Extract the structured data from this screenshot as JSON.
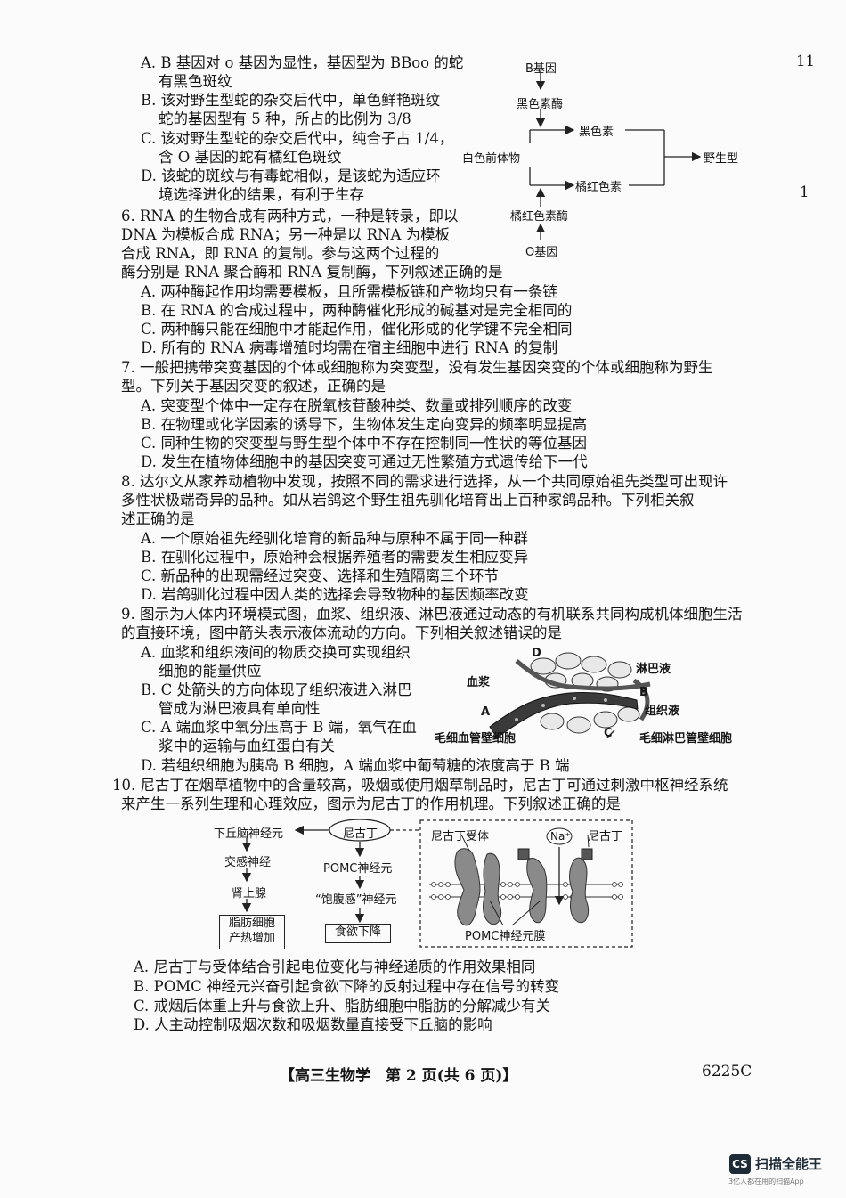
{
  "margin_numbers": {
    "top": "11",
    "mid": "1"
  },
  "q5_options": {
    "a1": "A. B 基因对 o 基因为显性，基因型为 BBoo 的蛇",
    "a2": "有黑色斑纹",
    "b1": "B. 该对野生型蛇的杂交后代中，单色鲜艳斑纹",
    "b2": "蛇的基因型有 5 种，所占的比例为 3/8",
    "c1": "C. 该对野生型蛇的杂交后代中，纯合子占 1/4，",
    "c2": "含 O 基因的蛇有橘红色斑纹",
    "d1": "D. 该蛇的斑纹与有毒蛇相似，是该蛇为适应环",
    "d2": "境选择进化的结果，有利于生存"
  },
  "q5_diagram": {
    "b_gene": "B基因",
    "black_enzyme": "黑色素酶",
    "black_pigment": "黑色素",
    "precursor": "白色前体物",
    "wild_type": "野生型",
    "orange_pigment": "橘红色素",
    "orange_enzyme": "橘红色素酶",
    "o_gene": "O基因"
  },
  "q6": {
    "s1": "6. RNA 的生物合成有两种方式，一种是转录，即以",
    "s2": "DNA 为模板合成 RNA；另一种是以 RNA 为模板",
    "s3": "合成 RNA，即 RNA 的复制。参与这两个过程的",
    "s4": "酶分别是 RNA 聚合酶和 RNA 复制酶，下列叙述正确的是",
    "a": "A. 两种酶起作用均需要模板，且所需模板链和产物均只有一条链",
    "b": "B. 在 RNA 的合成过程中，两种酶催化形成的碱基对是完全相同的",
    "c": "C. 两种酶只能在细胞中才能起作用，催化形成的化学键不完全相同",
    "d": "D. 所有的 RNA 病毒增殖时均需在宿主细胞中进行 RNA 的复制"
  },
  "q7": {
    "s1": "7. 一般把携带突变基因的个体或细胞称为突变型，没有发生基因突变的个体或细胞称为野生",
    "s2": "型。下列关于基因突变的叙述，正确的是",
    "a": "A. 突变型个体中一定存在脱氧核苷酸种类、数量或排列顺序的改变",
    "b": "B. 在物理或化学因素的诱导下，生物体发生定向变异的频率明显提高",
    "c": "C. 同种生物的突变型与野生型个体中不存在控制同一性状的等位基因",
    "d": "D. 发生在植物体细胞中的基因突变可通过无性繁殖方式遗传给下一代"
  },
  "q8": {
    "s1": "8. 达尔文从家养动植物中发现，按照不同的需求进行选择，从一个共同原始祖先类型可出现许",
    "s2": "多性状极端奇异的品种。如从岩鸽这个野生祖先驯化培育出上百种家鸽品种。下列相关叙",
    "s3": "述正确的是",
    "a": "A. 一个原始祖先经驯化培育的新品种与原种不属于同一种群",
    "b": "B. 在驯化过程中，原始种会根据养殖者的需要发生相应变异",
    "c": "C. 新品种的出现需经过突变、选择和生殖隔离三个环节",
    "d": "D. 岩鸽驯化过程中因人类的选择会导致物种的基因频率改变"
  },
  "q9": {
    "s1": "9. 图示为人体内环境模式图，血浆、组织液、淋巴液通过动态的有机联系共同构成机体细胞生活",
    "s2": "的直接环境，图中箭头表示液体流动的方向。下列相关叙述错误的是",
    "a1": "A. 血浆和组织液间的物质交换可实现组织",
    "a2": "细胞的能量供应",
    "b1": "B. C 处箭头的方向体现了组织液进入淋巴",
    "b2": "管成为淋巴液具有单向性",
    "c1": "C. A 端血浆中氧分压高于 B 端，氧气在血",
    "c2": "浆中的运输与血红蛋白有关",
    "d": "D. 若组织细胞为胰岛 B 细胞，A 端血浆中葡萄糖的浓度高于 B 端"
  },
  "q9_diagram": {
    "d": "D",
    "lymph": "淋巴液",
    "plasma": "血浆",
    "b": "B",
    "tissue_fluid": "组织液",
    "a": "A",
    "c": "C",
    "capillary_cell": "毛细血管壁细胞",
    "lymph_capillary_cell": "毛细淋巴管壁细胞"
  },
  "q10": {
    "s1": "10. 尼古丁在烟草植物中的含量较高，吸烟或使用烟草制品时，尼古丁可通过刺激中枢神经系统",
    "s2": "来产生一系列生理和心理效应，图示为尼古丁的作用机理。下列叙述正确的是",
    "a": "A. 尼古丁与受体结合引起电位变化与神经递质的作用效果相同",
    "b": "B. POMC 神经元兴奋引起食欲下降的反射过程中存在信号的转变",
    "c": "C. 戒烟后体重上升与食欲上升、脂肪细胞中脂肪的分解减少有关",
    "d": "D. 人主动控制吸烟次数和吸烟数量直接受下丘脑的影响"
  },
  "q10_diagram": {
    "hypothalamus": "下丘脑神经元",
    "nicotine": "尼古丁",
    "sympathetic": "交感神经",
    "adrenal": "肾上腺",
    "fat_l1": "脂肪细胞",
    "fat_l2": "产热增加",
    "pomc_neuron": "POMC神经元",
    "satiety": "“饱腹感”神经元",
    "appetite_down": "食欲下降",
    "receptor": "尼古丁受体",
    "na": "Na⁺",
    "nicotine2": "尼古丁",
    "membrane": "POMC神经元膜"
  },
  "footer": {
    "title": "【高三生物学　第 2 页(共 6 页)】",
    "code": "6225C"
  },
  "watermark": {
    "logo": "CS",
    "brand": "扫描全能王",
    "slogan": "3亿人都在用的扫描App"
  }
}
